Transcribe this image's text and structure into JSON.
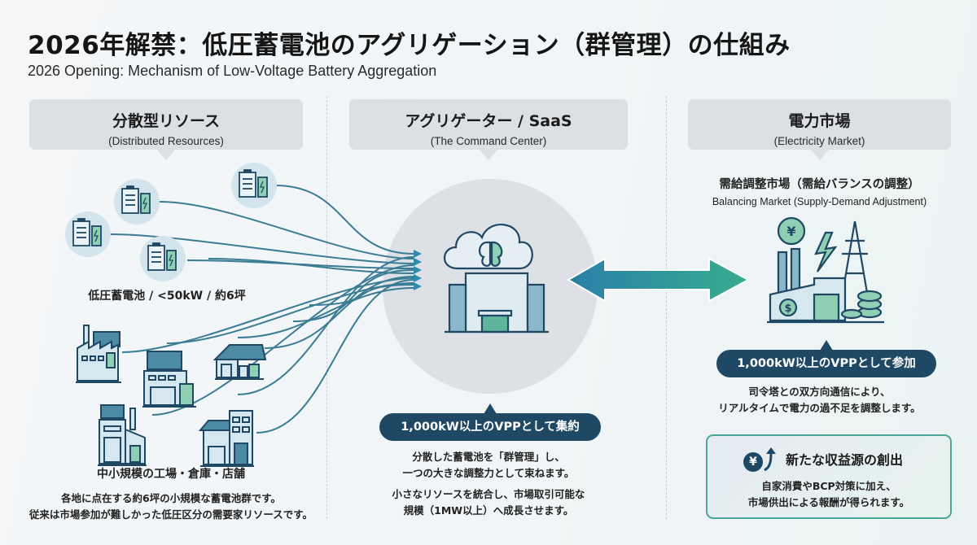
{
  "header": {
    "title": "2026年解禁：低圧蓄電池のアグリゲーション（群管理）の仕組み",
    "subtitle": "2026 Opening: Mechanism of Low-Voltage Battery Aggregation"
  },
  "colors": {
    "navy": "#1f4864",
    "teal": "#2e8c9a",
    "green": "#35a98f",
    "line": "#3a7c93",
    "callout_bg": "#dcdfe3",
    "icon_fill": "#d6e8ef",
    "icon_green": "#8fcfb4"
  },
  "left": {
    "callout_jp": "分散型リソース",
    "callout_en": "(Distributed Resources)",
    "battery_label": "低圧蓄電池 / <50kW / 約6坪",
    "facility_label": "中小規模の工場・倉庫・店舗",
    "description": [
      "各地に点在する約6坪の小規模な蓄電池群です。",
      "従来は市場参加が難しかった低圧区分の需要家リソースです。"
    ],
    "icons": [
      "battery-icon",
      "battery-icon",
      "battery-icon",
      "battery-icon",
      "factory-solar-icon",
      "warehouse-solar-icon",
      "house-solar-icon",
      "factory-battery-icon",
      "store-building-icon"
    ]
  },
  "center": {
    "callout_jp": "アグリゲーター / SaaS",
    "callout_en": "(The Command Center)",
    "icon": "cloud-brain-building-icon",
    "pill": "1,000kW以上のVPPとして集約",
    "description1": [
      "分散した蓄電池を「群管理」し、",
      "一つの大きな調整力として束ねます。"
    ],
    "description2": [
      "小さなリソースを統合し、市場取引可能な",
      "規模（1MW以上）へ成長させます。"
    ]
  },
  "right": {
    "callout_jp": "電力市場",
    "callout_en": "(Electricity Market)",
    "market_jp": "需給調整市場（需給バランスの調整）",
    "market_en": "Balancing Market (Supply-Demand Adjustment)",
    "icon": "power-market-icon",
    "pill": "1,000kW以上のVPPとして参加",
    "description": [
      "司令塔との双方向通信により、",
      "リアルタイムで電力の過不足を調整します。"
    ],
    "revenue_box": {
      "icon": "yen-growth-icon",
      "yen_symbol": "¥",
      "title": "新たな収益源の創出",
      "text": [
        "自家消費やBCP対策に加え、",
        "市場供出による報酬が得られます。"
      ]
    }
  },
  "arrow": {
    "icon": "bidirectional-arrow-icon"
  }
}
